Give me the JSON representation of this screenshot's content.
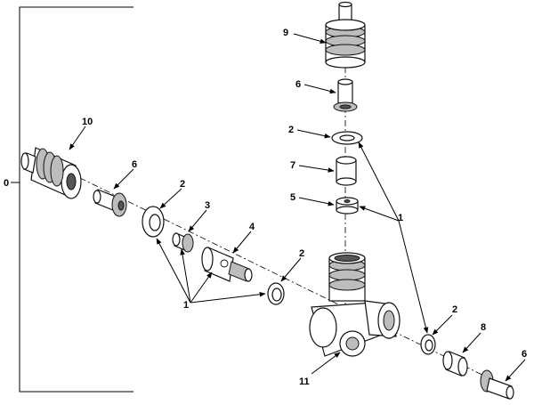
{
  "diagram": {
    "callouts": {
      "assembly": "0",
      "part_1": "1",
      "part_2": "2",
      "part_3": "3",
      "part_4": "4",
      "part_5": "5",
      "part_6": "6",
      "part_7": "7",
      "part_8": "8",
      "part_9": "9",
      "part_10": "10",
      "part_11": "11"
    }
  }
}
